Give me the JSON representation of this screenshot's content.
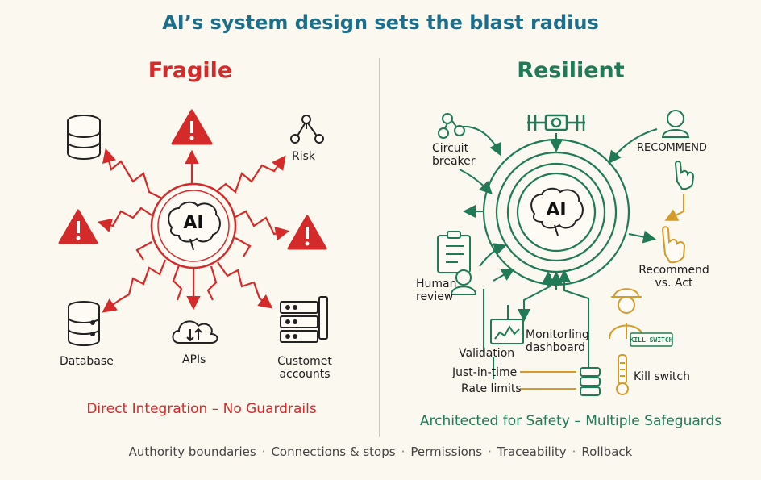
{
  "title": "AI’s system design sets the blast radius",
  "fragile": {
    "heading": "Fragile",
    "core": "AI",
    "labels": {
      "risk": "Risk",
      "database": "Database",
      "apis": "APIs",
      "customer_accounts": "Customet accounts"
    },
    "caption": "Direct Integration – No Guardrails"
  },
  "resilient": {
    "heading": "Resilient",
    "core": "AI",
    "labels": {
      "circuit_breaker": "Circuit breaker",
      "recommend": "RECOMMEND",
      "recommend_vs_act": "Recommend vs. Act",
      "human_review": "Human review",
      "monitoring": "Monitorling dashboard",
      "validation": "Validation",
      "just_in_time": "Just-in-time",
      "rate_limits": "Rate limits",
      "kill_switch": "Kill switch",
      "kill_switch_tag": "KILL SWITCH"
    },
    "caption": "Architected for Safety – Multiple Safeguards"
  },
  "footer": [
    "Authority boundaries",
    "Connections & stops",
    "Permissions",
    "Traceability",
    "Rollback"
  ],
  "colors": {
    "fragile": "#d42a2a",
    "resilient": "#1f7a55",
    "accent": "#d69a28",
    "title": "#1b6e8c"
  }
}
